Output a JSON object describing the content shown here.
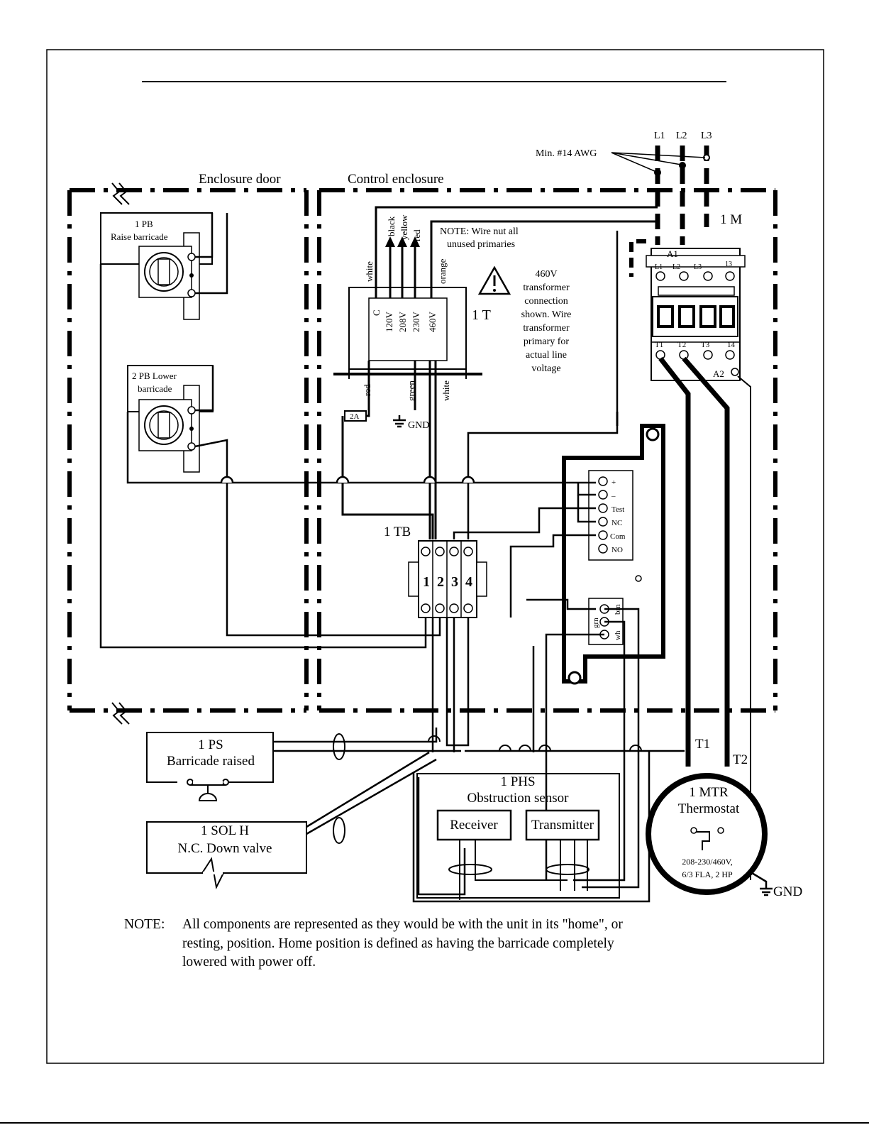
{
  "labels": {
    "enclosure_door": "Enclosure door",
    "control_enclosure": "Control enclosure",
    "min_awg": "Min. #14 AWG",
    "l1": "L1",
    "l2": "L2",
    "l3": "L3",
    "pb1_tag": "1 PB",
    "pb1_desc": "Raise barricade",
    "pb2_tag": "2 PB Lower",
    "pb2_desc": "barricade",
    "wire_white": "white",
    "wire_black": "black",
    "wire_yellow": "yellow",
    "wire_red": "red",
    "wire_orange": "orange",
    "wire_red2": "red",
    "wire_green": "green",
    "wire_white2": "white",
    "wire_nut_note_1": "NOTE: Wire nut all",
    "wire_nut_note_2": "unused primaries",
    "tap_c": "C",
    "tap_120": "120V",
    "tap_208": "208V",
    "tap_230": "230V",
    "tap_460": "460V",
    "transformer": "1 T",
    "xfmr_note": [
      "460V",
      "transformer",
      "connection",
      "shown. Wire",
      "transformer",
      "primary for",
      "actual line",
      "voltage"
    ],
    "fuse": "2A",
    "gnd": "GND",
    "contactor": "1 M",
    "a1": "A1",
    "a2": "A2",
    "c_l1": "L1",
    "c_l2": "L2",
    "c_l3": "L3",
    "c_13": "13",
    "c_t1": "T1",
    "c_t2": "T2",
    "c_t3": "T3",
    "c_14": "14",
    "tb": "1 TB",
    "tb_1": "1",
    "tb_2": "2",
    "tb_3": "3",
    "tb_4": "4",
    "s_plus": "+",
    "s_minus": "–",
    "s_test": "Test",
    "s_nc": "NC",
    "s_com": "Com",
    "s_no": "NO",
    "s_brn": "brn",
    "s_grn": "grn",
    "s_wh": "wh",
    "ps_tag": "1 PS",
    "ps_desc": "Barricade raised",
    "sol_tag": "1 SOL H",
    "sol_desc": "N.C. Down valve",
    "phs_tag": "1 PHS",
    "phs_desc": "Obstruction sensor",
    "receiver": "Receiver",
    "transmitter": "Transmitter",
    "mtr_t1": "T1",
    "mtr_t2": "T2",
    "mtr_tag": "1 MTR",
    "thermostat": "Thermostat",
    "mtr_spec_1": "208-230/460V,",
    "mtr_spec_2": "6/3 FLA, 2 HP",
    "gnd2": "GND"
  },
  "note": {
    "lead": "NOTE:",
    "body": "All components are represented as they would be with the unit in its \"home\", or resting, position. Home position is defined as having the barricade completely lowered with power off."
  }
}
